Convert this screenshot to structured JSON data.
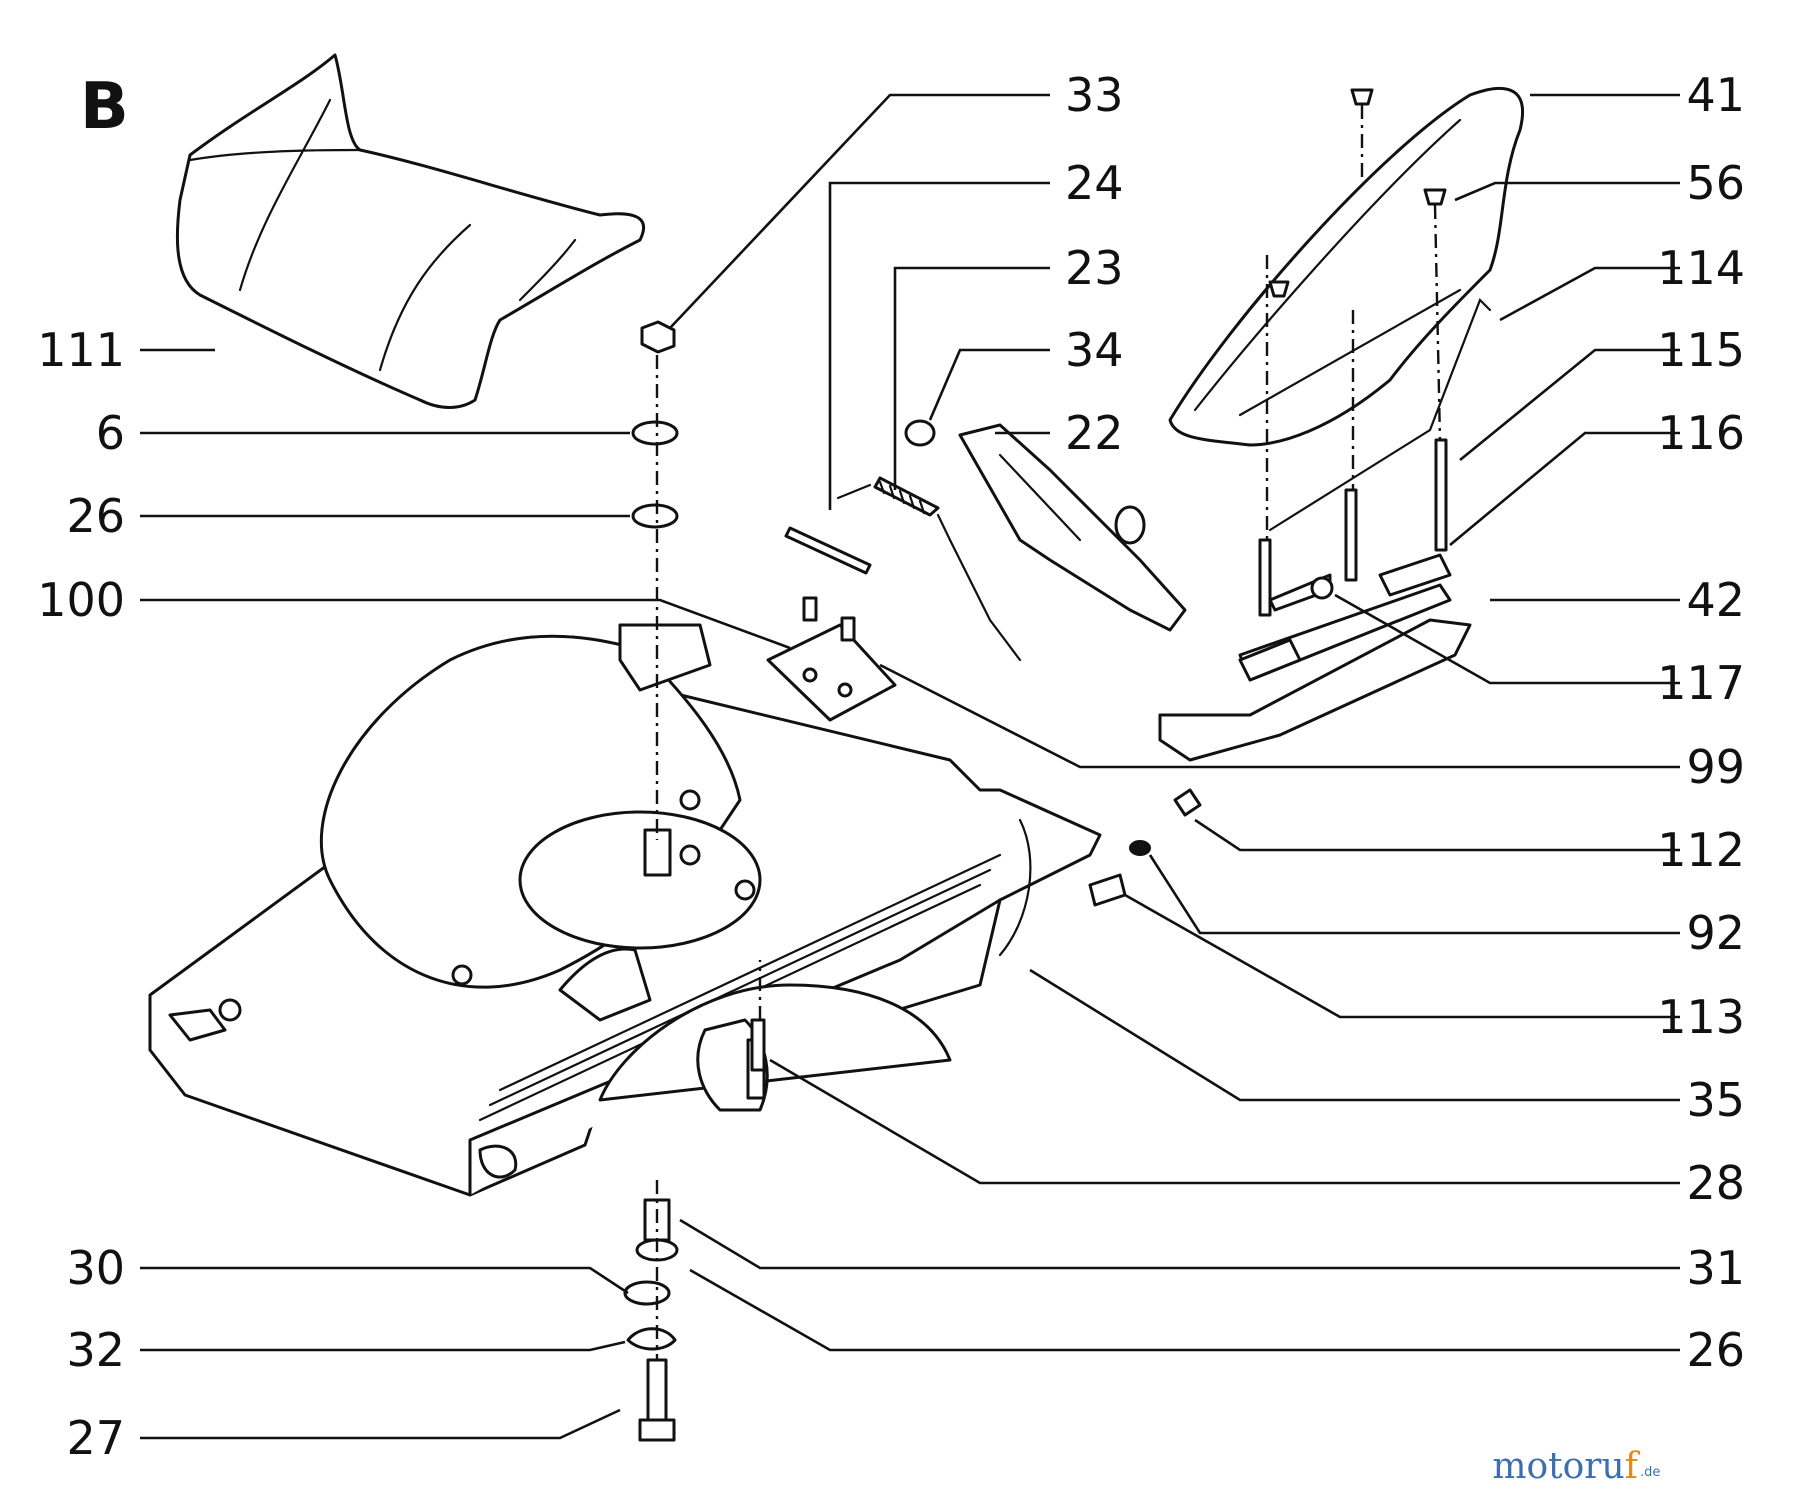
{
  "section_letter": "B",
  "watermark": {
    "part1": "motoru",
    "part2": "f",
    "suffix": ".de"
  },
  "labels": {
    "l111": "111",
    "l6": "6",
    "l26a": "26",
    "l100": "100",
    "l30": "30",
    "l32": "32",
    "l27": "27",
    "l33": "33",
    "l24": "24",
    "l23": "23",
    "l34": "34",
    "l22": "22",
    "l41": "41",
    "l56": "56",
    "l114": "114",
    "l115": "115",
    "l116": "116",
    "l42": "42",
    "l117": "117",
    "l99": "99",
    "l112": "112",
    "l92": "92",
    "l113": "113",
    "l35": "35",
    "l28": "28",
    "l31": "31",
    "l26b": "26"
  }
}
